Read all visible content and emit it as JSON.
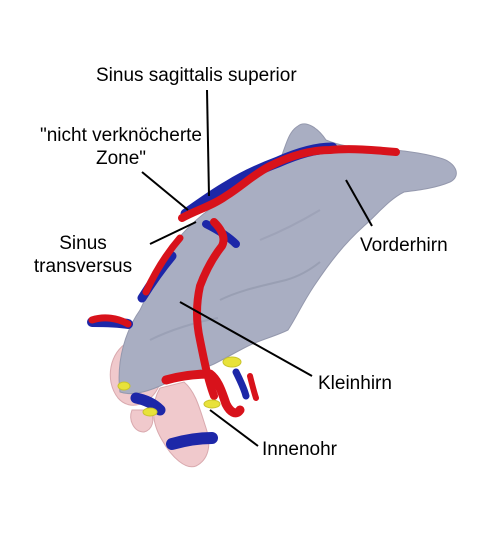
{
  "labels": {
    "sinus_sagittalis": "Sinus sagittalis superior",
    "zone_line1": "\"nicht verknöcherte",
    "zone_line2": "Zone\"",
    "sinus_trans_line1": "Sinus",
    "sinus_trans_line2": "transversus",
    "vorderhirn": "Vorderhirn",
    "kleinhirn": "Kleinhirn",
    "innenohr": "Innenohr"
  },
  "colors": {
    "brain": "#a9aec2",
    "brain_shadow": "#8a8fa6",
    "vein_red": "#d8121b",
    "vein_blue": "#1d27a8",
    "inner_ear": "#f0c9cc",
    "yellow": "#e8e23a",
    "leader": "#000000"
  }
}
